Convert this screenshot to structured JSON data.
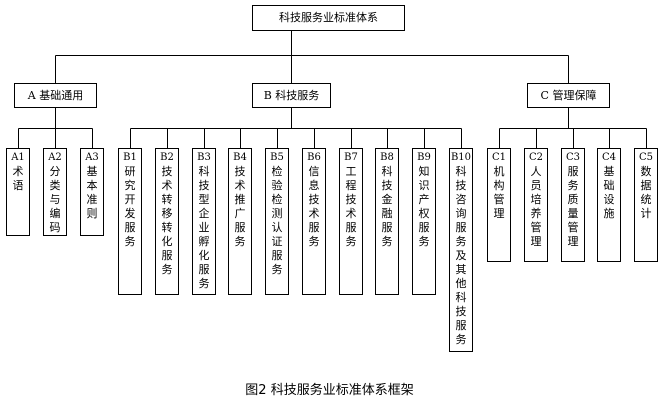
{
  "root": {
    "label": "科技服务业标准体系"
  },
  "categories": [
    {
      "label": "A 基础通用",
      "children": [
        {
          "code": "A1",
          "name": "术语"
        },
        {
          "code": "A2",
          "name": "分类与编码"
        },
        {
          "code": "A3",
          "name": "基本准则"
        }
      ]
    },
    {
      "label": "B 科技服务",
      "children": [
        {
          "code": "B1",
          "name": "研究开发服务"
        },
        {
          "code": "B2",
          "name": "技术转移转化服务"
        },
        {
          "code": "B3",
          "name": "科技型企业孵化服务"
        },
        {
          "code": "B4",
          "name": "技术推广服务"
        },
        {
          "code": "B5",
          "name": "检验检测认证服务"
        },
        {
          "code": "B6",
          "name": "信息技术服务"
        },
        {
          "code": "B7",
          "name": "工程技术服务"
        },
        {
          "code": "B8",
          "name": "科技金融服务"
        },
        {
          "code": "B9",
          "name": "知识产权服务"
        },
        {
          "code": "B10",
          "name": "科技咨询服务及其他科技服务"
        }
      ]
    },
    {
      "label": "C 管理保障",
      "children": [
        {
          "code": "C1",
          "name": "机构管理"
        },
        {
          "code": "C2",
          "name": "人员培养管理"
        },
        {
          "code": "C3",
          "name": "服务质量管理"
        },
        {
          "code": "C4",
          "name": "基础设施"
        },
        {
          "code": "C5",
          "name": "数据统计"
        }
      ]
    }
  ],
  "caption": "图2 科技服务业标准体系框架"
}
